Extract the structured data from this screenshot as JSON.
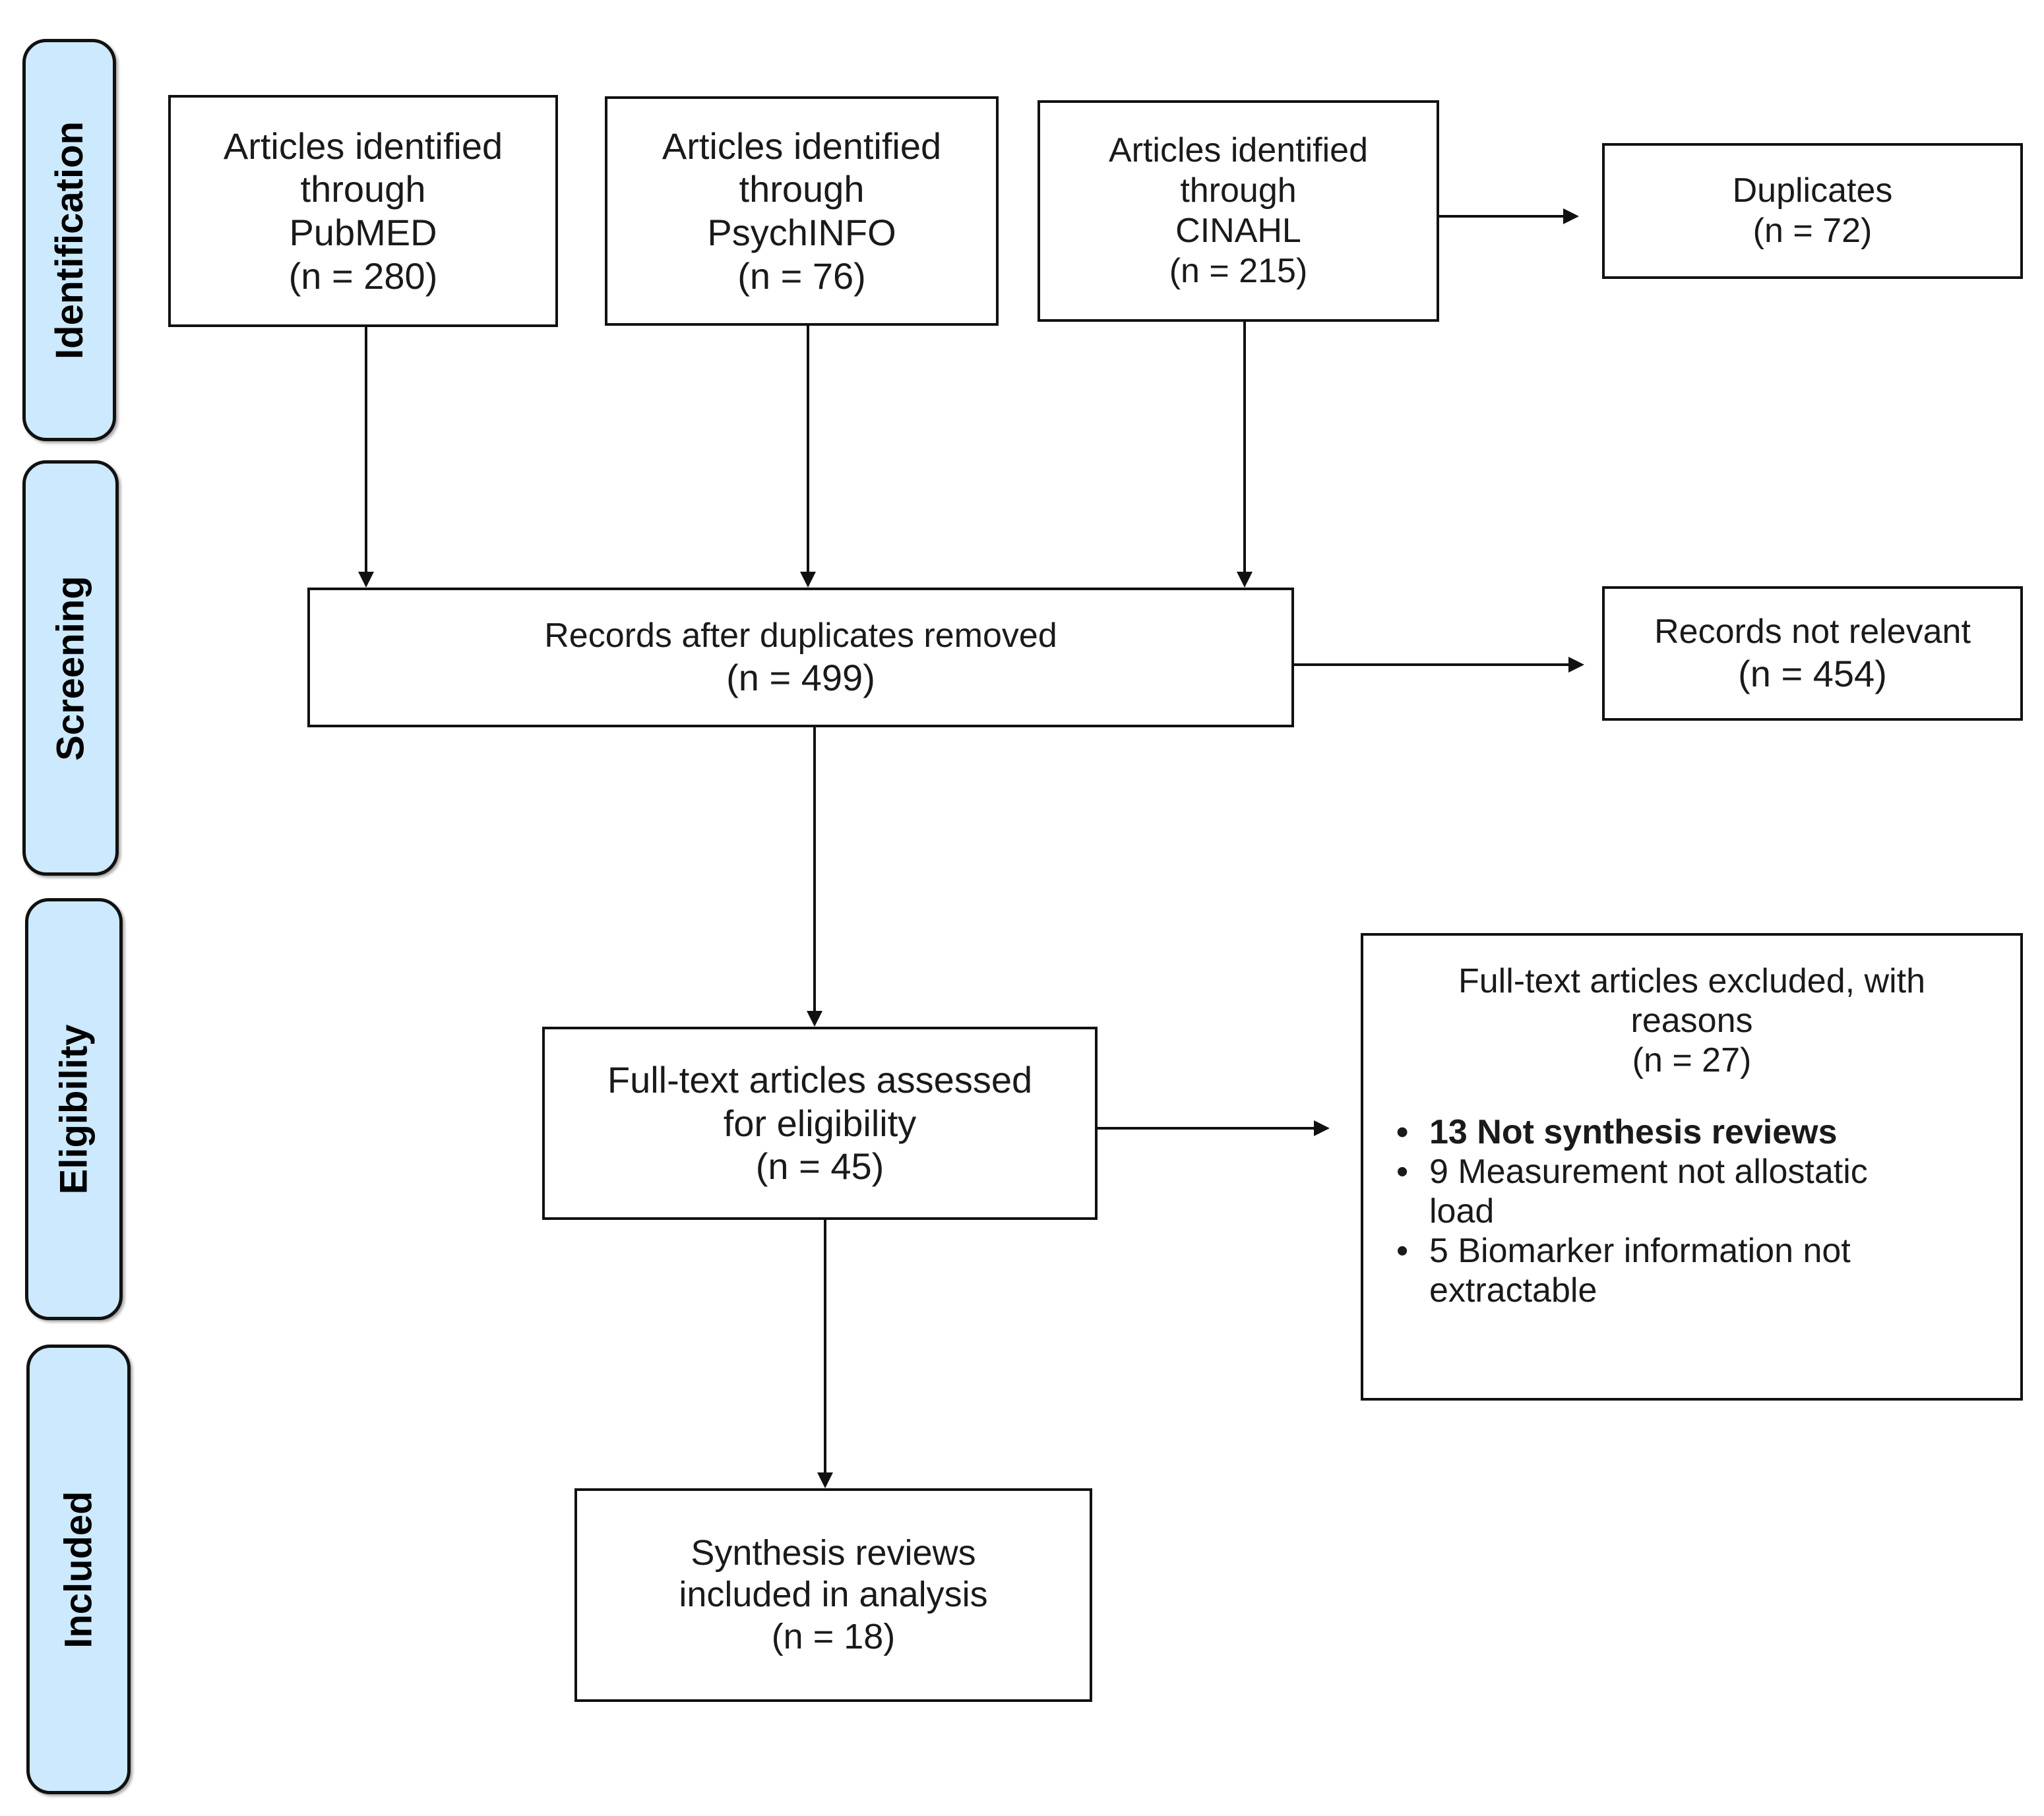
{
  "stages": [
    "Identification",
    "Screening",
    "Eligibility",
    "Included"
  ],
  "boxes": {
    "pubmed": [
      "Articles identified",
      "through",
      "PubMED",
      "(n = 280)"
    ],
    "psychinfo": [
      "Articles identified",
      "through",
      "PsychINFO",
      "(n = 76)"
    ],
    "cinahl": [
      "Articles identified",
      "through",
      "CINAHL",
      "(n = 215)"
    ],
    "duplicates": [
      "Duplicates",
      "(n = 72)"
    ],
    "records_after": [
      "Records after duplicates removed",
      "(n = 499)"
    ],
    "not_relevant": [
      "Records not relevant",
      "(n = 454)"
    ],
    "full_text": [
      "Full-text articles assessed",
      "for eligibility",
      "(n = 45)"
    ],
    "excluded": {
      "title": [
        "Full-text articles excluded, with",
        "reasons",
        "(n = 27)"
      ],
      "reasons": [
        "13 Not synthesis reviews",
        "9 Measurement not allostatic load",
        "5 Biomarker information not extractable"
      ]
    },
    "included": [
      "Synthesis reviews",
      "included in analysis",
      "(n = 18)"
    ]
  },
  "colors": {
    "stage_fill": "#cce9fd",
    "border": "#111111"
  }
}
